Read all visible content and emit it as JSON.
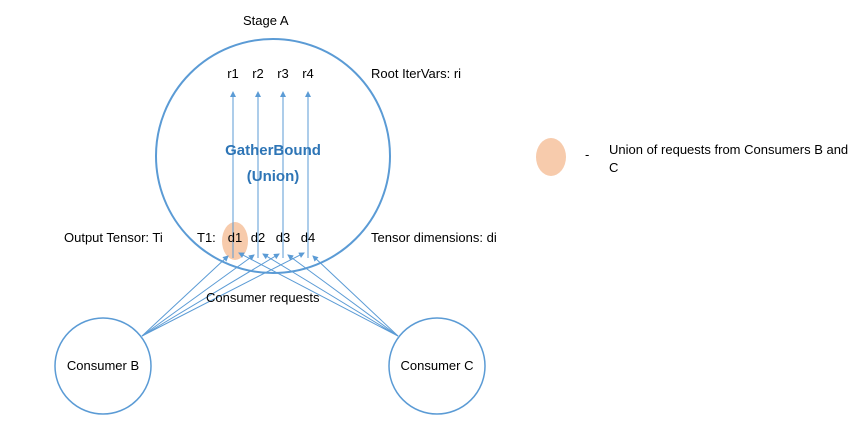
{
  "diagram": {
    "stage_label": "Stage A",
    "node_title_line1": "GatherBound",
    "node_title_line2": "(Union)",
    "root_itervars_label": "Root IterVars: ri",
    "root_itervars": [
      "r1",
      "r2",
      "r3",
      "r4"
    ],
    "output_tensor_label": "Output Tensor: Ti",
    "tensor_prefix": "T1:",
    "tensor_dims": [
      "d1",
      "d2",
      "d3",
      "d4"
    ],
    "tensor_dims_label": "Tensor dimensions: di",
    "consumer_requests_label": "Consumer requests",
    "consumer_b": "Consumer B",
    "consumer_c": "Consumer C"
  },
  "legend": {
    "marker_icon": "union-highlight-ellipse",
    "separator": "-",
    "text": "Union of requests from Consumers B and C"
  },
  "colors": {
    "stroke_blue": "#5B9BD5",
    "title_blue": "#2E75B6",
    "highlight_peach": "#F7CBAC",
    "text_black": "#000000"
  }
}
